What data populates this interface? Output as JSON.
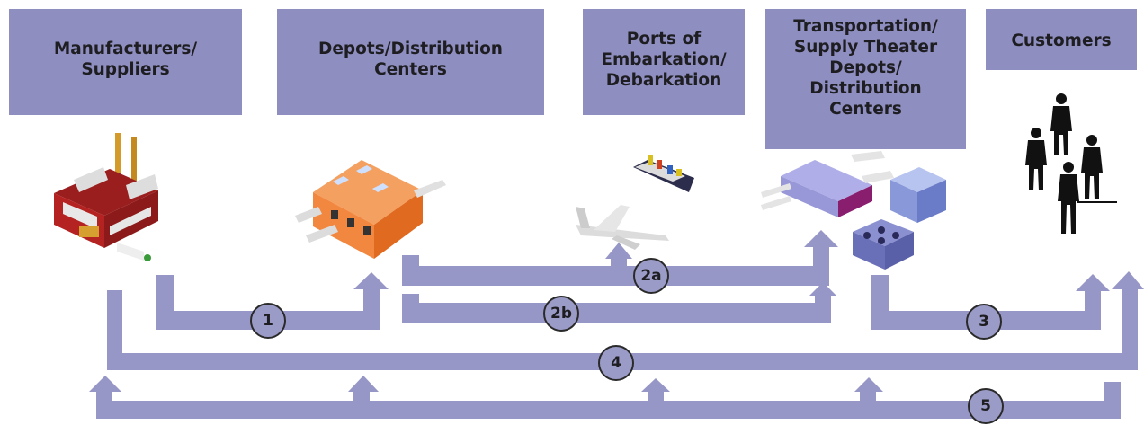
{
  "boxes": {
    "manufacturers": "Manufacturers/\nSuppliers",
    "depots": "Depots/Distribution\nCenters",
    "ports": "Ports of\nEmbarkation/\nDebarkation",
    "theater": "Transportation/\nSupply Theater\nDepots/\nDistribution\nCenters",
    "customers": "Customers"
  },
  "routes": [
    "1",
    "2a",
    "2b",
    "3",
    "4",
    "5"
  ],
  "colors": {
    "box": "#8e8ec0",
    "flow": "#9797c7",
    "badge": "#9b9bc8"
  },
  "icons": [
    "factory-icon",
    "warehouse-icon",
    "ship-icon",
    "airplane-icon",
    "theater-depot-icon",
    "customers-icon"
  ]
}
